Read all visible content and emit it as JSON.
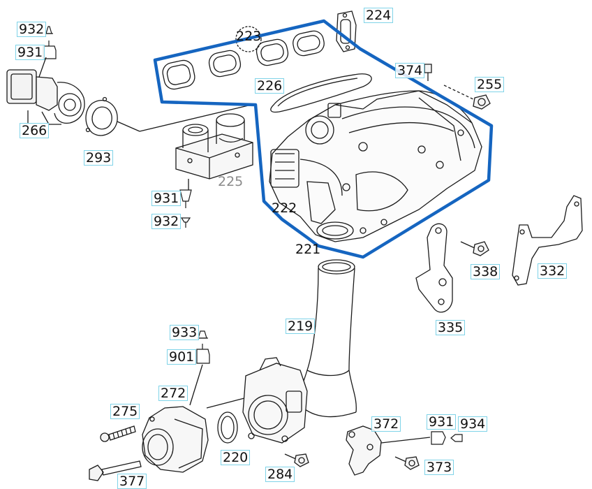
{
  "callouts": {
    "c932a": "932",
    "c931a": "931",
    "c266": "266",
    "c293": "293",
    "c223": "223",
    "c224": "224",
    "c374": "374",
    "c226": "226",
    "c255": "255",
    "c225": "225",
    "c931b": "931",
    "c932b": "932",
    "c222": "222",
    "c221": "221",
    "c338": "338",
    "c332": "332",
    "c335": "335",
    "c219": "219",
    "c933": "933",
    "c901": "901",
    "c272": "272",
    "c275": "275",
    "c377": "377",
    "c220": "220",
    "c284": "284",
    "c372": "372",
    "c931c": "931",
    "c934": "934",
    "c373": "373"
  },
  "colors": {
    "highlight": "#1565c0",
    "line": "#1a1a1a",
    "label_frame": "#7fd3e8"
  }
}
